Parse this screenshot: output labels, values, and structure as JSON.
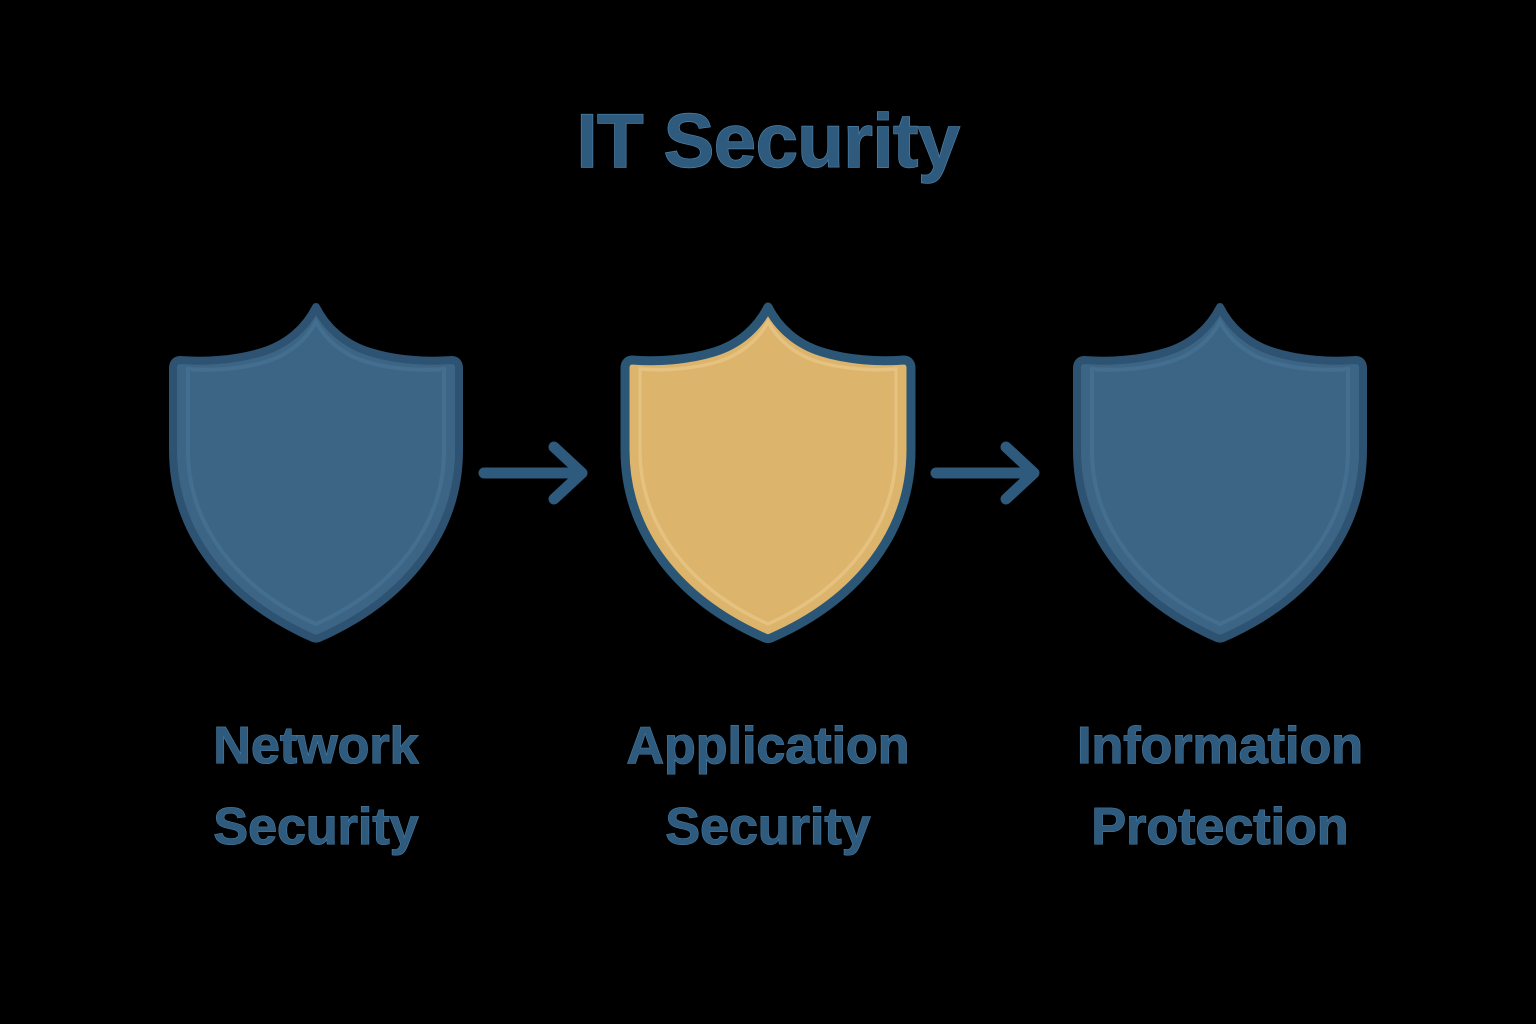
{
  "page": {
    "background_color": "#000000",
    "title": "IT Security",
    "title_color": "#2e5a7d",
    "title_outline_color": "#4d80a6"
  },
  "diagram": {
    "type": "process-flow",
    "orientation": "horizontal",
    "step_count": 3,
    "steps": [
      {
        "id": "network-security",
        "icon": "shield-icon",
        "label_line1": "Network",
        "label_line2": "Security",
        "fill_color": "#3c6585",
        "stroke_color": "#2e5271",
        "highlighted": "false"
      },
      {
        "id": "application-security",
        "icon": "shield-icon",
        "label_line1": "Application",
        "label_line2": "Security",
        "fill_color": "#ddb46b",
        "stroke_color": "#2b5675",
        "highlighted": "true"
      },
      {
        "id": "information-protection",
        "icon": "shield-icon",
        "label_line1": "Information",
        "label_line2": "Protection",
        "fill_color": "#3c6585",
        "stroke_color": "#2e5271",
        "highlighted": "false"
      }
    ],
    "connectors": [
      {
        "id": "arrow-1",
        "icon": "arrow-right-icon",
        "color": "#2e5a7d"
      },
      {
        "id": "arrow-2",
        "icon": "arrow-right-icon",
        "color": "#2e5a7d"
      }
    ],
    "label_color": "#2e5a7d",
    "label_outline_color": "#4d80a6"
  }
}
